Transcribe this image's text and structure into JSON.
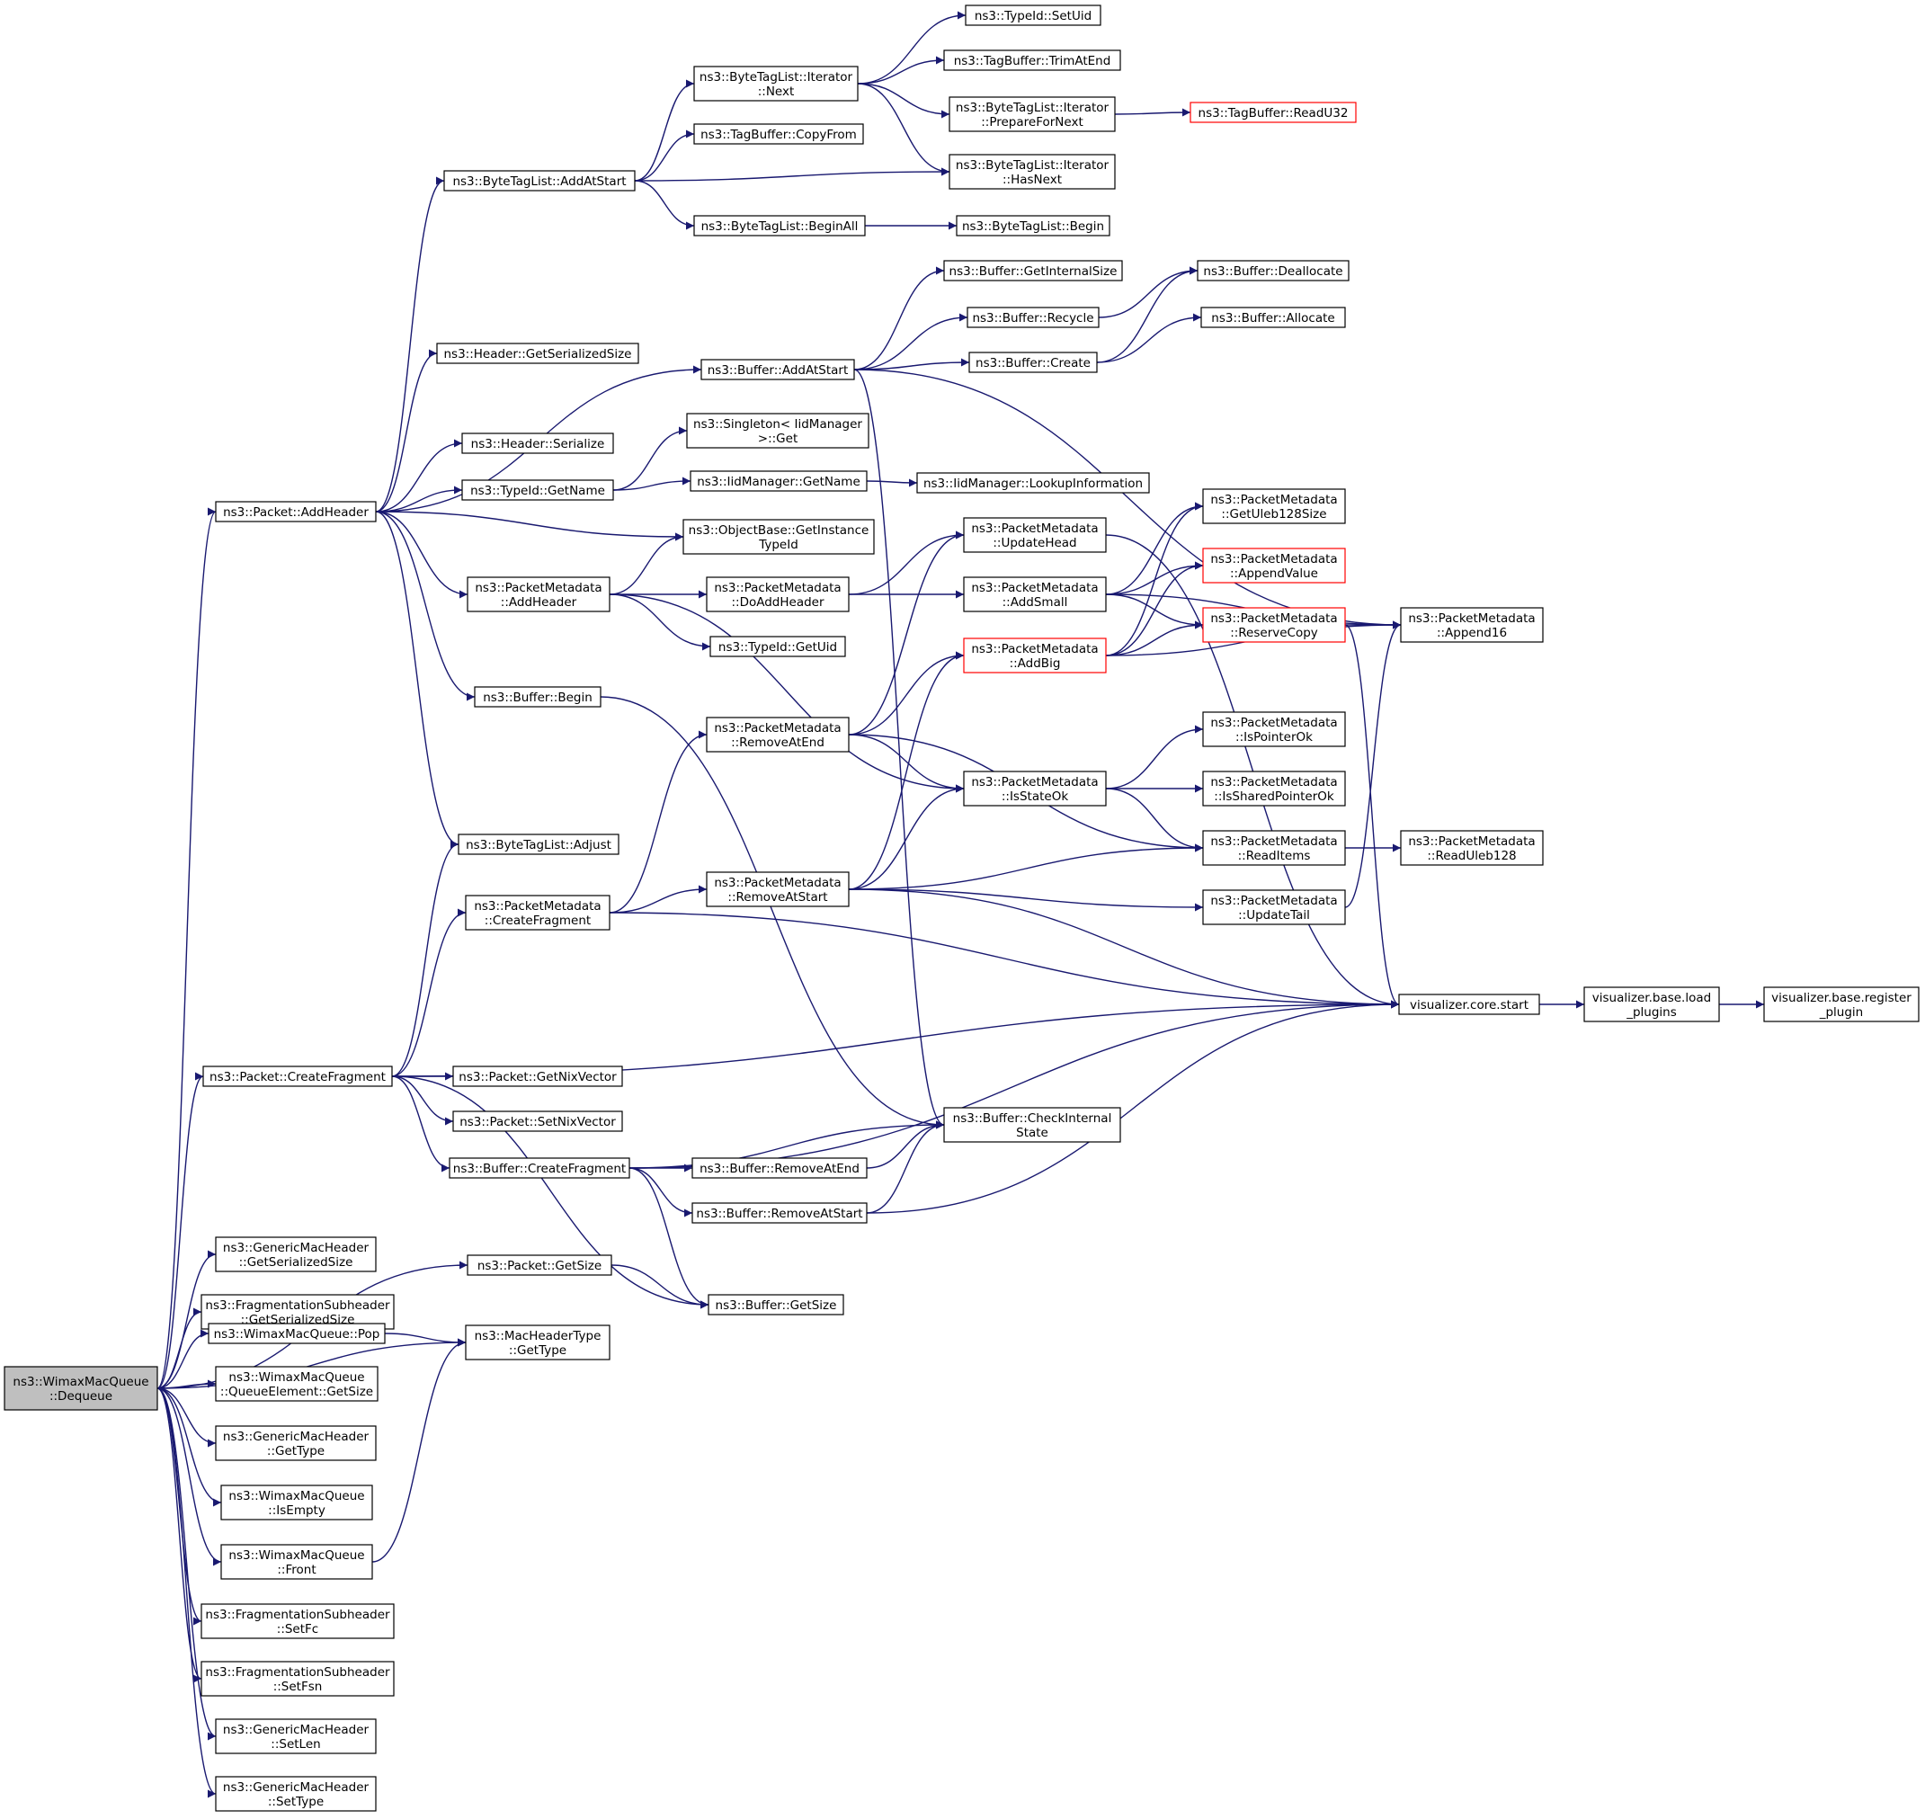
{
  "colors": {
    "edge": "#191970",
    "root_fill": "#bfbfbf",
    "truncated_border": "#ff0000",
    "node_border": "#000000"
  },
  "nodes": [
    {
      "id": "deq",
      "lines": [
        "ns3::WimaxMacQueue",
        "::Dequeue"
      ],
      "style": "root"
    },
    {
      "id": "addheader",
      "lines": [
        "ns3::Packet::AddHeader"
      ]
    },
    {
      "id": "createfrag",
      "lines": [
        "ns3::Packet::CreateFragment"
      ]
    },
    {
      "id": "gmh_gss",
      "lines": [
        "ns3::GenericMacHeader",
        "::GetSerializedSize"
      ]
    },
    {
      "id": "fsh_gss",
      "lines": [
        "ns3::FragmentationSubheader",
        "::GetSerializedSize"
      ]
    },
    {
      "id": "pop",
      "lines": [
        "ns3::WimaxMacQueue::Pop"
      ]
    },
    {
      "id": "qe_getsize",
      "lines": [
        "ns3::WimaxMacQueue",
        "::QueueElement::GetSize"
      ]
    },
    {
      "id": "gmh_gettype",
      "lines": [
        "ns3::GenericMacHeader",
        "::GetType"
      ]
    },
    {
      "id": "isempty",
      "lines": [
        "ns3::WimaxMacQueue",
        "::IsEmpty"
      ]
    },
    {
      "id": "front",
      "lines": [
        "ns3::WimaxMacQueue",
        "::Front"
      ]
    },
    {
      "id": "setfc",
      "lines": [
        "ns3::FragmentationSubheader",
        "::SetFc"
      ]
    },
    {
      "id": "setfsn",
      "lines": [
        "ns3::FragmentationSubheader",
        "::SetFsn"
      ]
    },
    {
      "id": "setlen",
      "lines": [
        "ns3::GenericMacHeader",
        "::SetLen"
      ]
    },
    {
      "id": "settype",
      "lines": [
        "ns3::GenericMacHeader",
        "::SetType"
      ]
    },
    {
      "id": "btl_addatstart",
      "lines": [
        "ns3::ByteTagList::AddAtStart"
      ]
    },
    {
      "id": "hdr_gss",
      "lines": [
        "ns3::Header::GetSerializedSize"
      ]
    },
    {
      "id": "hdr_ser",
      "lines": [
        "ns3::Header::Serialize"
      ]
    },
    {
      "id": "typeid_getname",
      "lines": [
        "ns3::TypeId::GetName"
      ]
    },
    {
      "id": "pm_addheader",
      "lines": [
        "ns3::PacketMetadata",
        "::AddHeader"
      ]
    },
    {
      "id": "buf_begin",
      "lines": [
        "ns3::Buffer::Begin"
      ]
    },
    {
      "id": "btl_adjust",
      "lines": [
        "ns3::ByteTagList::Adjust"
      ]
    },
    {
      "id": "pm_createfrag",
      "lines": [
        "ns3::PacketMetadata",
        "::CreateFragment"
      ]
    },
    {
      "id": "getnix",
      "lines": [
        "ns3::Packet::GetNixVector"
      ]
    },
    {
      "id": "setnix",
      "lines": [
        "ns3::Packet::SetNixVector"
      ]
    },
    {
      "id": "buf_createfrag",
      "lines": [
        "ns3::Buffer::CreateFragment"
      ]
    },
    {
      "id": "pkt_getsize",
      "lines": [
        "ns3::Packet::GetSize"
      ]
    },
    {
      "id": "mht_gettype",
      "lines": [
        "ns3::MacHeaderType",
        "::GetType"
      ]
    },
    {
      "id": "it_next",
      "lines": [
        "ns3::ByteTagList::Iterator",
        "::Next"
      ]
    },
    {
      "id": "tb_copyfrom",
      "lines": [
        "ns3::TagBuffer::CopyFrom"
      ]
    },
    {
      "id": "btl_beginall",
      "lines": [
        "ns3::ByteTagList::BeginAll"
      ]
    },
    {
      "id": "buf_addatstart",
      "lines": [
        "ns3::Buffer::AddAtStart"
      ]
    },
    {
      "id": "singleton_get",
      "lines": [
        "ns3::Singleton< IidManager",
        ">::Get"
      ]
    },
    {
      "id": "iid_getname",
      "lines": [
        "ns3::IidManager::GetName"
      ]
    },
    {
      "id": "objbase",
      "lines": [
        "ns3::ObjectBase::GetInstance",
        "TypeId"
      ]
    },
    {
      "id": "pm_doaddheader",
      "lines": [
        "ns3::PacketMetadata",
        "::DoAddHeader"
      ]
    },
    {
      "id": "typeid_getuid",
      "lines": [
        "ns3::TypeId::GetUid"
      ]
    },
    {
      "id": "pm_removeatend",
      "lines": [
        "ns3::PacketMetadata",
        "::RemoveAtEnd"
      ]
    },
    {
      "id": "pm_removeatstart",
      "lines": [
        "ns3::PacketMetadata",
        "::RemoveAtStart"
      ]
    },
    {
      "id": "buf_removeatend",
      "lines": [
        "ns3::Buffer::RemoveAtEnd"
      ]
    },
    {
      "id": "buf_removeatstart",
      "lines": [
        "ns3::Buffer::RemoveAtStart"
      ]
    },
    {
      "id": "buf_getsize",
      "lines": [
        "ns3::Buffer::GetSize"
      ]
    },
    {
      "id": "typeid_setuid",
      "lines": [
        "ns3::TypeId::SetUid"
      ]
    },
    {
      "id": "tb_trimatend",
      "lines": [
        "ns3::TagBuffer::TrimAtEnd"
      ]
    },
    {
      "id": "it_preparefornext",
      "lines": [
        "ns3::ByteTagList::Iterator",
        "::PrepareForNext"
      ]
    },
    {
      "id": "it_hasnext",
      "lines": [
        "ns3::ByteTagList::Iterator",
        "::HasNext"
      ]
    },
    {
      "id": "btl_begin",
      "lines": [
        "ns3::ByteTagList::Begin"
      ]
    },
    {
      "id": "buf_getinternalsize",
      "lines": [
        "ns3::Buffer::GetInternalSize"
      ]
    },
    {
      "id": "buf_recycle",
      "lines": [
        "ns3::Buffer::Recycle"
      ]
    },
    {
      "id": "buf_create",
      "lines": [
        "ns3::Buffer::Create"
      ]
    },
    {
      "id": "iid_lookup",
      "lines": [
        "ns3::IidManager::LookupInformation"
      ]
    },
    {
      "id": "pm_updatehead",
      "lines": [
        "ns3::PacketMetadata",
        "::UpdateHead"
      ]
    },
    {
      "id": "pm_addsmall",
      "lines": [
        "ns3::PacketMetadata",
        "::AddSmall"
      ]
    },
    {
      "id": "pm_addbig",
      "lines": [
        "ns3::PacketMetadata",
        "::AddBig"
      ],
      "style": "red"
    },
    {
      "id": "pm_isstateok",
      "lines": [
        "ns3::PacketMetadata",
        "::IsStateOk"
      ]
    },
    {
      "id": "buf_checkinternal",
      "lines": [
        "ns3::Buffer::CheckInternal",
        "State"
      ]
    },
    {
      "id": "tb_readu32",
      "lines": [
        "ns3::TagBuffer::ReadU32"
      ],
      "style": "red"
    },
    {
      "id": "buf_dealloc",
      "lines": [
        "ns3::Buffer::Deallocate"
      ]
    },
    {
      "id": "buf_alloc",
      "lines": [
        "ns3::Buffer::Allocate"
      ]
    },
    {
      "id": "pm_getuleb",
      "lines": [
        "ns3::PacketMetadata",
        "::GetUleb128Size"
      ]
    },
    {
      "id": "pm_appendvalue",
      "lines": [
        "ns3::PacketMetadata",
        "::AppendValue"
      ],
      "style": "red"
    },
    {
      "id": "pm_reservecopy",
      "lines": [
        "ns3::PacketMetadata",
        "::ReserveCopy"
      ],
      "style": "red"
    },
    {
      "id": "pm_ispointerok",
      "lines": [
        "ns3::PacketMetadata",
        "::IsPointerOk"
      ]
    },
    {
      "id": "pm_issharedpointerok",
      "lines": [
        "ns3::PacketMetadata",
        "::IsSharedPointerOk"
      ]
    },
    {
      "id": "pm_readitems",
      "lines": [
        "ns3::PacketMetadata",
        "::ReadItems"
      ]
    },
    {
      "id": "pm_updatetail",
      "lines": [
        "ns3::PacketMetadata",
        "::UpdateTail"
      ]
    },
    {
      "id": "pm_append16",
      "lines": [
        "ns3::PacketMetadata",
        "::Append16"
      ]
    },
    {
      "id": "pm_readuleb",
      "lines": [
        "ns3::PacketMetadata",
        "::ReadUleb128"
      ]
    },
    {
      "id": "viz_start",
      "lines": [
        "visualizer.core.start"
      ]
    },
    {
      "id": "viz_load",
      "lines": [
        "visualizer.base.load",
        "_plugins"
      ]
    },
    {
      "id": "viz_register",
      "lines": [
        "visualizer.base.register",
        "_plugin"
      ]
    }
  ],
  "edges": [
    [
      "deq",
      "addheader"
    ],
    [
      "deq",
      "createfrag"
    ],
    [
      "deq",
      "pkt_getsize"
    ],
    [
      "deq",
      "mht_gettype"
    ],
    [
      "deq",
      "gmh_gss"
    ],
    [
      "deq",
      "fsh_gss"
    ],
    [
      "deq",
      "pop"
    ],
    [
      "deq",
      "qe_getsize"
    ],
    [
      "deq",
      "gmh_gettype"
    ],
    [
      "deq",
      "isempty"
    ],
    [
      "deq",
      "front"
    ],
    [
      "deq",
      "setfc"
    ],
    [
      "deq",
      "setfsn"
    ],
    [
      "deq",
      "setlen"
    ],
    [
      "deq",
      "settype"
    ],
    [
      "addheader",
      "btl_addatstart"
    ],
    [
      "addheader",
      "hdr_gss"
    ],
    [
      "addheader",
      "buf_addatstart"
    ],
    [
      "addheader",
      "hdr_ser"
    ],
    [
      "addheader",
      "typeid_getname"
    ],
    [
      "addheader",
      "objbase"
    ],
    [
      "addheader",
      "pm_addheader"
    ],
    [
      "addheader",
      "buf_begin"
    ],
    [
      "addheader",
      "btl_adjust"
    ],
    [
      "createfrag",
      "btl_adjust"
    ],
    [
      "createfrag",
      "pm_createfrag"
    ],
    [
      "createfrag",
      "getnix"
    ],
    [
      "createfrag",
      "setnix"
    ],
    [
      "createfrag",
      "buf_createfrag"
    ],
    [
      "createfrag",
      "buf_getsize"
    ],
    [
      "createfrag",
      "viz_start"
    ],
    [
      "pop",
      "mht_gettype"
    ],
    [
      "front",
      "mht_gettype"
    ],
    [
      "btl_addatstart",
      "it_next"
    ],
    [
      "btl_addatstart",
      "tb_copyfrom"
    ],
    [
      "btl_addatstart",
      "it_hasnext"
    ],
    [
      "btl_addatstart",
      "btl_beginall"
    ],
    [
      "it_next",
      "typeid_setuid"
    ],
    [
      "it_next",
      "tb_trimatend"
    ],
    [
      "it_next",
      "it_preparefornext"
    ],
    [
      "it_next",
      "it_hasnext"
    ],
    [
      "it_preparefornext",
      "tb_readu32"
    ],
    [
      "btl_beginall",
      "btl_begin"
    ],
    [
      "buf_addatstart",
      "buf_getinternalsize"
    ],
    [
      "buf_addatstart",
      "buf_recycle"
    ],
    [
      "buf_addatstart",
      "buf_create"
    ],
    [
      "buf_addatstart",
      "buf_checkinternal"
    ],
    [
      "buf_addatstart",
      "pm_append16"
    ],
    [
      "buf_recycle",
      "buf_dealloc"
    ],
    [
      "buf_create",
      "buf_dealloc"
    ],
    [
      "buf_create",
      "buf_alloc"
    ],
    [
      "typeid_getname",
      "singleton_get"
    ],
    [
      "typeid_getname",
      "iid_getname"
    ],
    [
      "iid_getname",
      "iid_lookup"
    ],
    [
      "pm_addheader",
      "objbase"
    ],
    [
      "pm_addheader",
      "pm_doaddheader"
    ],
    [
      "pm_addheader",
      "typeid_getuid"
    ],
    [
      "pm_addheader",
      "pm_isstateok"
    ],
    [
      "pm_doaddheader",
      "pm_updatehead"
    ],
    [
      "pm_doaddheader",
      "pm_addsmall"
    ],
    [
      "pm_updatehead",
      "viz_start"
    ],
    [
      "pm_addsmall",
      "pm_getuleb"
    ],
    [
      "pm_addsmall",
      "pm_appendvalue"
    ],
    [
      "pm_addsmall",
      "pm_reservecopy"
    ],
    [
      "pm_addsmall",
      "pm_append16"
    ],
    [
      "pm_addbig",
      "pm_getuleb"
    ],
    [
      "pm_addbig",
      "pm_appendvalue"
    ],
    [
      "pm_addbig",
      "pm_reservecopy"
    ],
    [
      "pm_addbig",
      "pm_append16"
    ],
    [
      "pm_reservecopy",
      "pm_append16"
    ],
    [
      "pm_reservecopy",
      "viz_start"
    ],
    [
      "buf_begin",
      "buf_checkinternal"
    ],
    [
      "pm_createfrag",
      "pm_removeatend"
    ],
    [
      "pm_createfrag",
      "pm_removeatstart"
    ],
    [
      "pm_createfrag",
      "viz_start"
    ],
    [
      "pm_removeatend",
      "pm_updatehead"
    ],
    [
      "pm_removeatend",
      "pm_addbig"
    ],
    [
      "pm_removeatend",
      "pm_isstateok"
    ],
    [
      "pm_removeatend",
      "pm_readitems"
    ],
    [
      "pm_removeatstart",
      "pm_addbig"
    ],
    [
      "pm_removeatstart",
      "pm_isstateok"
    ],
    [
      "pm_removeatstart",
      "pm_readitems"
    ],
    [
      "pm_removeatstart",
      "pm_updatetail"
    ],
    [
      "pm_removeatstart",
      "viz_start"
    ],
    [
      "pm_isstateok",
      "pm_ispointerok"
    ],
    [
      "pm_isstateok",
      "pm_issharedpointerok"
    ],
    [
      "pm_isstateok",
      "pm_readitems"
    ],
    [
      "pm_readitems",
      "pm_readuleb"
    ],
    [
      "pm_updatetail",
      "pm_append16"
    ],
    [
      "buf_createfrag",
      "buf_checkinternal"
    ],
    [
      "buf_createfrag",
      "buf_removeatend"
    ],
    [
      "buf_createfrag",
      "buf_removeatstart"
    ],
    [
      "buf_createfrag",
      "buf_getsize"
    ],
    [
      "buf_createfrag",
      "viz_start"
    ],
    [
      "buf_removeatend",
      "buf_checkinternal"
    ],
    [
      "buf_removeatstart",
      "buf_checkinternal"
    ],
    [
      "buf_removeatstart",
      "viz_start"
    ],
    [
      "pkt_getsize",
      "buf_getsize"
    ],
    [
      "viz_start",
      "viz_load"
    ],
    [
      "viz_load",
      "viz_register"
    ]
  ]
}
